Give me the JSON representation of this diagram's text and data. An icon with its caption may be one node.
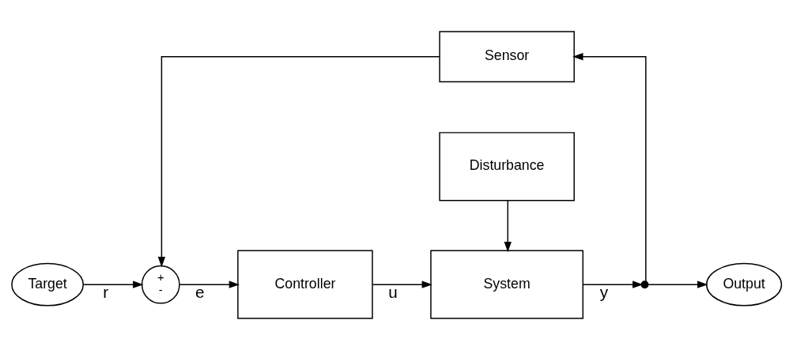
{
  "diagram": {
    "nodes": [
      {
        "text": [
          "Target"
        ]
      },
      {
        "text": [
          "+",
          "-"
        ]
      },
      {
        "text": [
          "Controller"
        ]
      },
      {
        "text": [
          "Disturbance"
        ]
      },
      {
        "text": [
          "System"
        ]
      },
      {
        "text": [],
        "shape": "dot"
      },
      {
        "text": [
          "Output"
        ]
      },
      {
        "text": [
          "Sensor"
        ]
      }
    ],
    "edges": [
      {
        "from": 0,
        "to": 1,
        "arrow": "to",
        "label": "r"
      },
      {
        "from": 1,
        "to": 2,
        "arrow": "to",
        "label": "e"
      },
      {
        "from": 2,
        "to": 4,
        "arrow": "to",
        "label": "u"
      },
      {
        "from": 3,
        "to": 4,
        "arrow": "to"
      },
      {
        "from": 4,
        "to": 5,
        "arrow": "to",
        "label": "y"
      },
      {
        "from": 5,
        "to": 6,
        "arrow": "to"
      },
      {
        "from": 5,
        "to": 7,
        "arrow": "to"
      },
      {
        "from": 7,
        "to": 1,
        "arrow": "to"
      }
    ]
  }
}
